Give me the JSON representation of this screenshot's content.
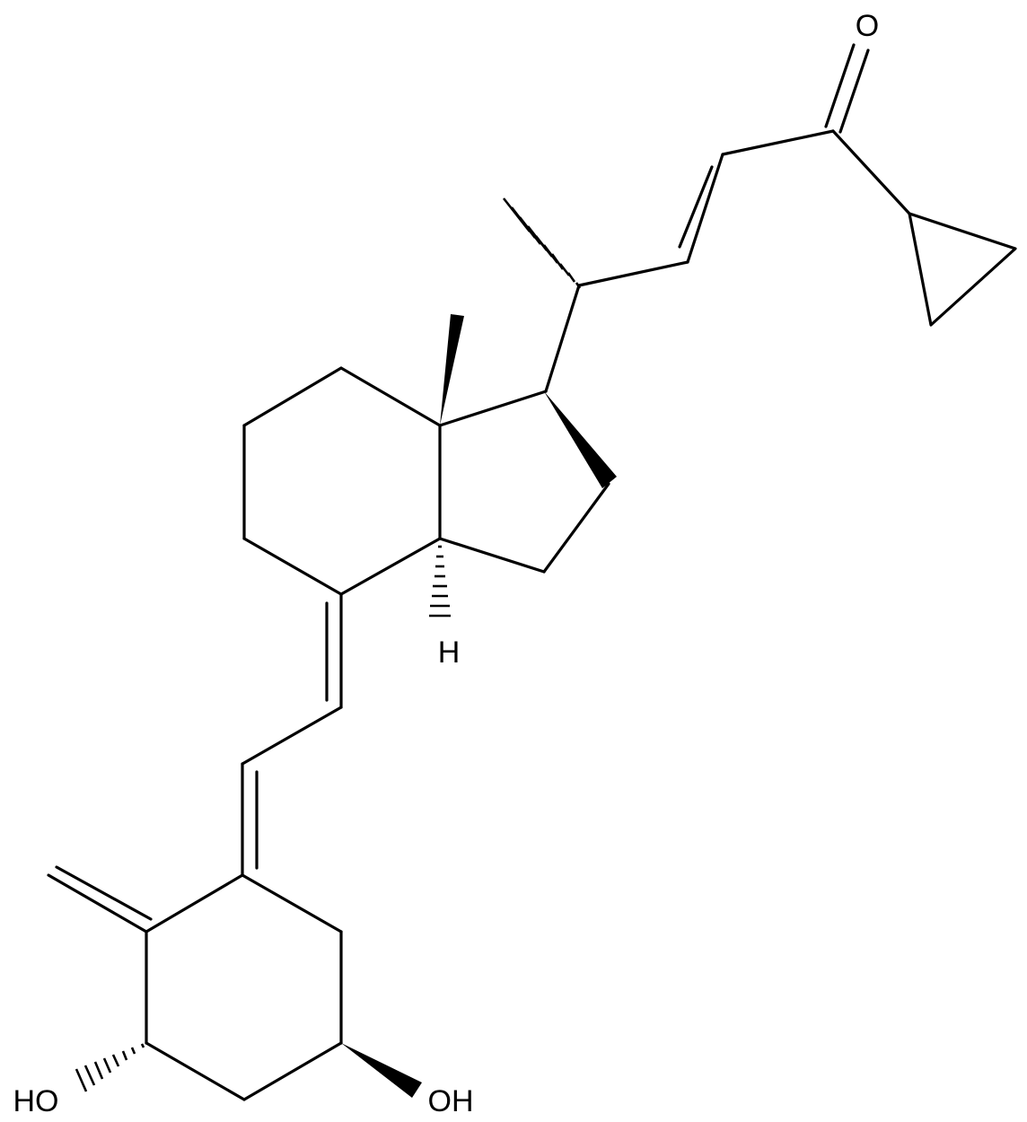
{
  "molecule": {
    "atom_labels": {
      "ketone_oxygen": "O",
      "ring_fusion_hydrogen": "H",
      "hydroxyl_left": "HO",
      "hydroxyl_right": "OH"
    },
    "colors": {
      "bond": "#000000",
      "background": "#ffffff"
    }
  }
}
